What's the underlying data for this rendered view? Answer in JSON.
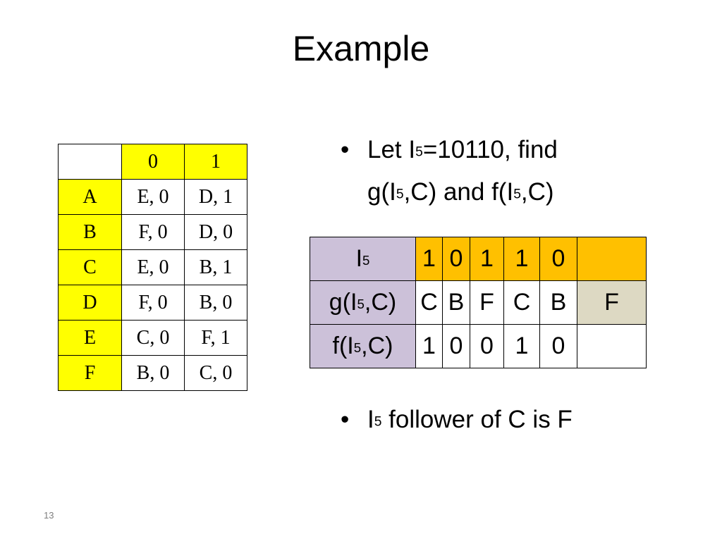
{
  "title": "Example",
  "state_table": {
    "header": [
      "",
      "0",
      "1"
    ],
    "rows": [
      [
        "A",
        "E, 0",
        "D, 1"
      ],
      [
        "B",
        "F, 0",
        "D, 0"
      ],
      [
        "C",
        "E, 0",
        "B, 1"
      ],
      [
        "D",
        "F, 0",
        "B, 0"
      ],
      [
        "E",
        "C, 0",
        "F, 1"
      ],
      [
        "F",
        "B, 0",
        "C, 0"
      ]
    ]
  },
  "bullet1": {
    "line1_pre": "Let I",
    "sub": "5",
    "line1_post": "=10110, find",
    "line2_a": "g(I",
    "line2_b": ",C) and f(I",
    "line2_c": ",C)"
  },
  "seq_table": {
    "rows": [
      {
        "label_pre": "I",
        "label_sub": "5",
        "label_post": "",
        "cells": [
          "1",
          "0",
          "1",
          "1",
          "0",
          ""
        ]
      },
      {
        "label_pre": "g(I",
        "label_sub": "5",
        "label_post": ",C)",
        "cells": [
          "C",
          "B",
          "F",
          "C",
          "B",
          "F"
        ]
      },
      {
        "label_pre": "f(I",
        "label_sub": "5",
        "label_post": ",C)",
        "cells": [
          "1",
          "0",
          "0",
          "1",
          "0",
          ""
        ]
      }
    ]
  },
  "bullet2": {
    "pre": "I",
    "sub": "5",
    "post": " follower of C is F"
  },
  "bullet_glyph": "•",
  "page_number": "13",
  "colors": {
    "state_header": "#ffff00",
    "seq_input_row": "#ffc000",
    "seq_label": "#ccc1d9",
    "seq_result": "#ddd9c3"
  }
}
